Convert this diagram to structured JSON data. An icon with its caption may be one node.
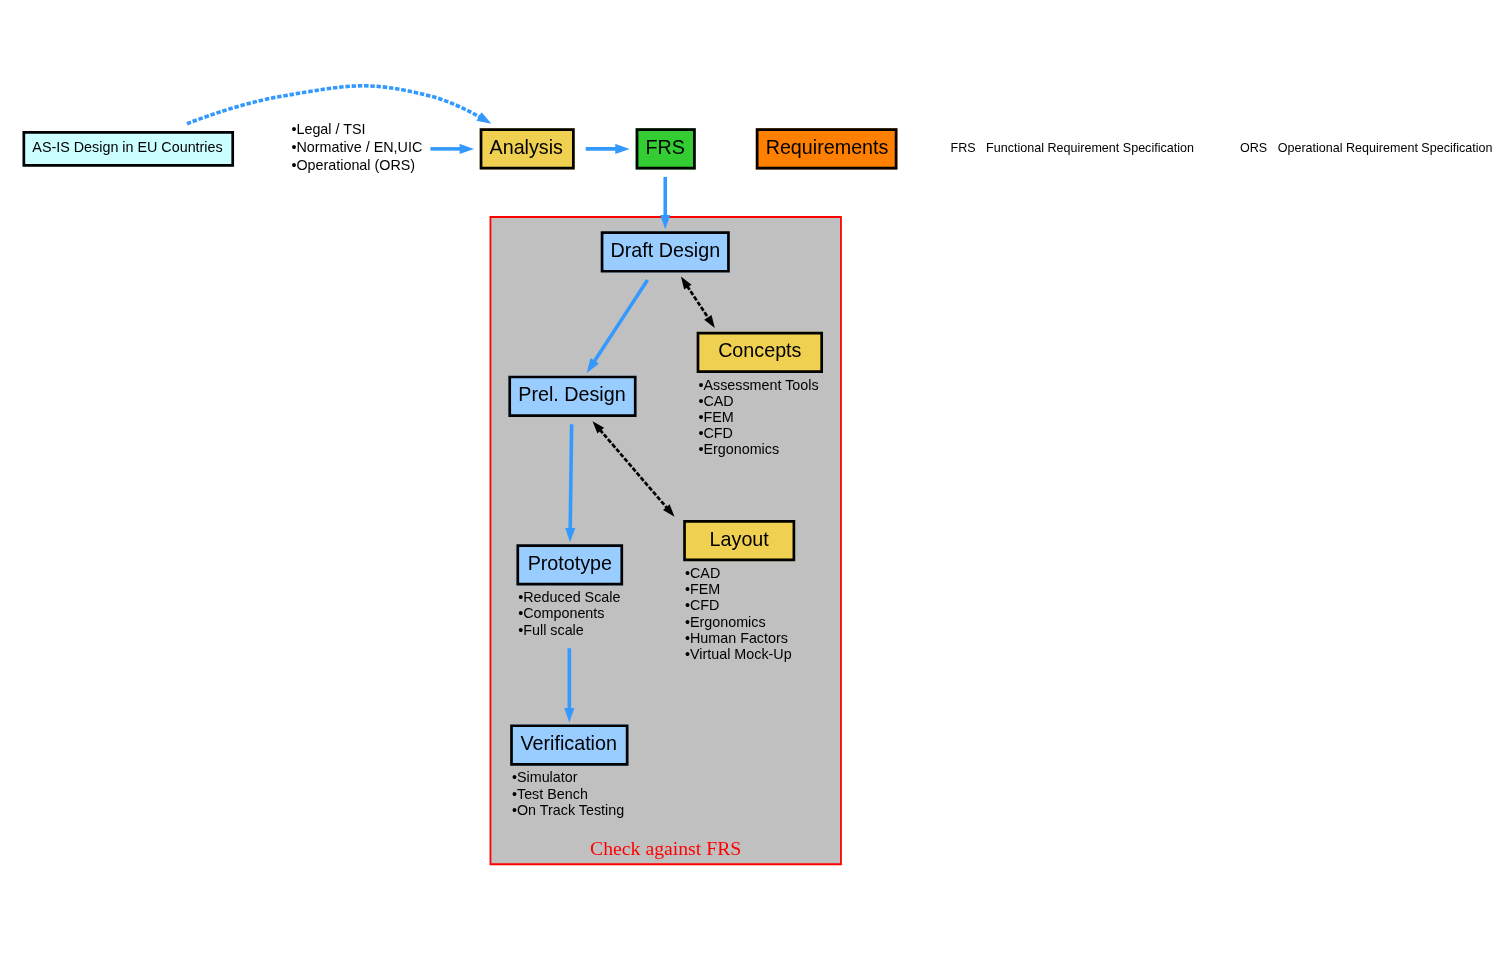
{
  "diagram": {
    "nodes": [
      {
        "text": [
          "AS-IS Design in EU Countries"
        ]
      },
      {
        "text": [
          "Requirements"
        ]
      },
      {
        "text": [
          "•Legal / TSI",
          "•Normative / EN,UIC",
          "•Operational (ORS)"
        ]
      },
      {
        "text": [
          "Analysis"
        ]
      },
      {
        "text": [
          "FRS"
        ]
      },
      {
        "text": [
          "Check against FRS"
        ]
      },
      {
        "text": [
          "Draft Design"
        ],
        "in": 5
      },
      {
        "text": [
          "Prel. Design"
        ],
        "in": 5
      },
      {
        "text": [
          "Prototype"
        ],
        "in": 5,
        "beside": [
          "•Reduced Scale",
          "•Components",
          "•Full scale"
        ]
      },
      {
        "text": [
          "Concepts"
        ],
        "in": 5,
        "beside": [
          "•Assessment Tools",
          "•CAD",
          "•FEM",
          "•CFD",
          "•Ergonomics"
        ]
      },
      {
        "text": [
          "Layout"
        ],
        "in": 5,
        "beside": [
          "•CAD",
          "•FEM",
          "•CFD",
          "•Ergonomics",
          "•Human Factors",
          "•Virtual Mock-Up"
        ]
      },
      {
        "text": [
          "Verification"
        ],
        "in": 5,
        "beside": [
          "•Simulator",
          "•Test Bench",
          "•On Track Testing"
        ]
      }
    ],
    "edges": [
      {
        "from": 0,
        "to": 3,
        "arrow": "to",
        "style": "dashed"
      },
      {
        "from": 2,
        "to": 3,
        "arrow": "to"
      },
      {
        "from": 3,
        "to": 4,
        "arrow": "to"
      },
      {
        "from": 4,
        "to": 6,
        "arrow": "to"
      },
      {
        "from": 6,
        "to": 7,
        "arrow": "to"
      },
      {
        "from": 7,
        "to": 8,
        "arrow": "to"
      },
      {
        "from": 6,
        "to": 9,
        "arrow": "both",
        "style": "dashed",
        "color": "#000000"
      },
      {
        "from": 7,
        "to": 10,
        "arrow": "both",
        "style": "dashed",
        "color": "#000000"
      },
      {
        "from": 8,
        "to": 11,
        "arrow": "to"
      }
    ],
    "labels": [
      "FRS   Functional Requirement Specification",
      "ORS   Operational Requirement Specification"
    ]
  }
}
